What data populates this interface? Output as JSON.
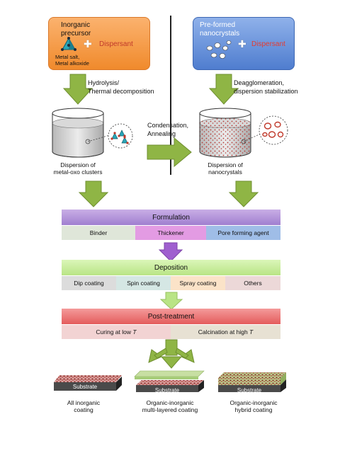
{
  "top_left": {
    "title_line1": "Inorganic",
    "title_line2": "precursor",
    "plus": "✚",
    "dispersant": "Dispersant",
    "sub_line1": "Metal salt,",
    "sub_line2": "Metal alkoxide"
  },
  "top_right": {
    "title_line1": "Pre-formed",
    "title_line2": "nanocrystals",
    "plus": "✚",
    "dispersant": "Dispersant"
  },
  "arrows": {
    "left_line1": "Hydrolysis/",
    "left_line2": "Thermal decomposition",
    "right_line1": "Deagglomeration,",
    "right_line2": "dispersion stabilization",
    "middle_line1": "Condensation,",
    "middle_line2": "Annealing"
  },
  "dispersions": {
    "left_line1": "Dispersion of",
    "left_line2": "metal-oxo clusters",
    "right_line1": "Dispersion of",
    "right_line2": "nanocrystals"
  },
  "formulation": {
    "title": "Formulation",
    "items": [
      "Binder",
      "Thickener",
      "Pore forming agent"
    ]
  },
  "deposition": {
    "title": "Deposition",
    "items": [
      "Dip coating",
      "Spin coating",
      "Spray coating",
      "Others"
    ]
  },
  "post_treatment": {
    "title": "Post-treatment",
    "item1_text": "Curing at low ",
    "item1_var": "T",
    "item2_text": "Calcination at high ",
    "item2_var": "T"
  },
  "coatings": [
    {
      "substrate": "Substrate",
      "line1": "All inorganic",
      "line2": "coating"
    },
    {
      "substrate": "Substrate",
      "line1": "Organic-inorganic",
      "line2": "multi-layered coating"
    },
    {
      "substrate": "Substrate",
      "line1": "Organic-inorganic",
      "line2": "hybrid coating"
    }
  ],
  "colors": {
    "orange_box": "#f59a45",
    "blue_box": "#6b95dc",
    "arrow_green": "#8fb545",
    "formulation": "#b292d6",
    "deposition": "#c9ee9c",
    "post_treatment": "#ee6a6a",
    "particle_red": "#b43a36"
  }
}
